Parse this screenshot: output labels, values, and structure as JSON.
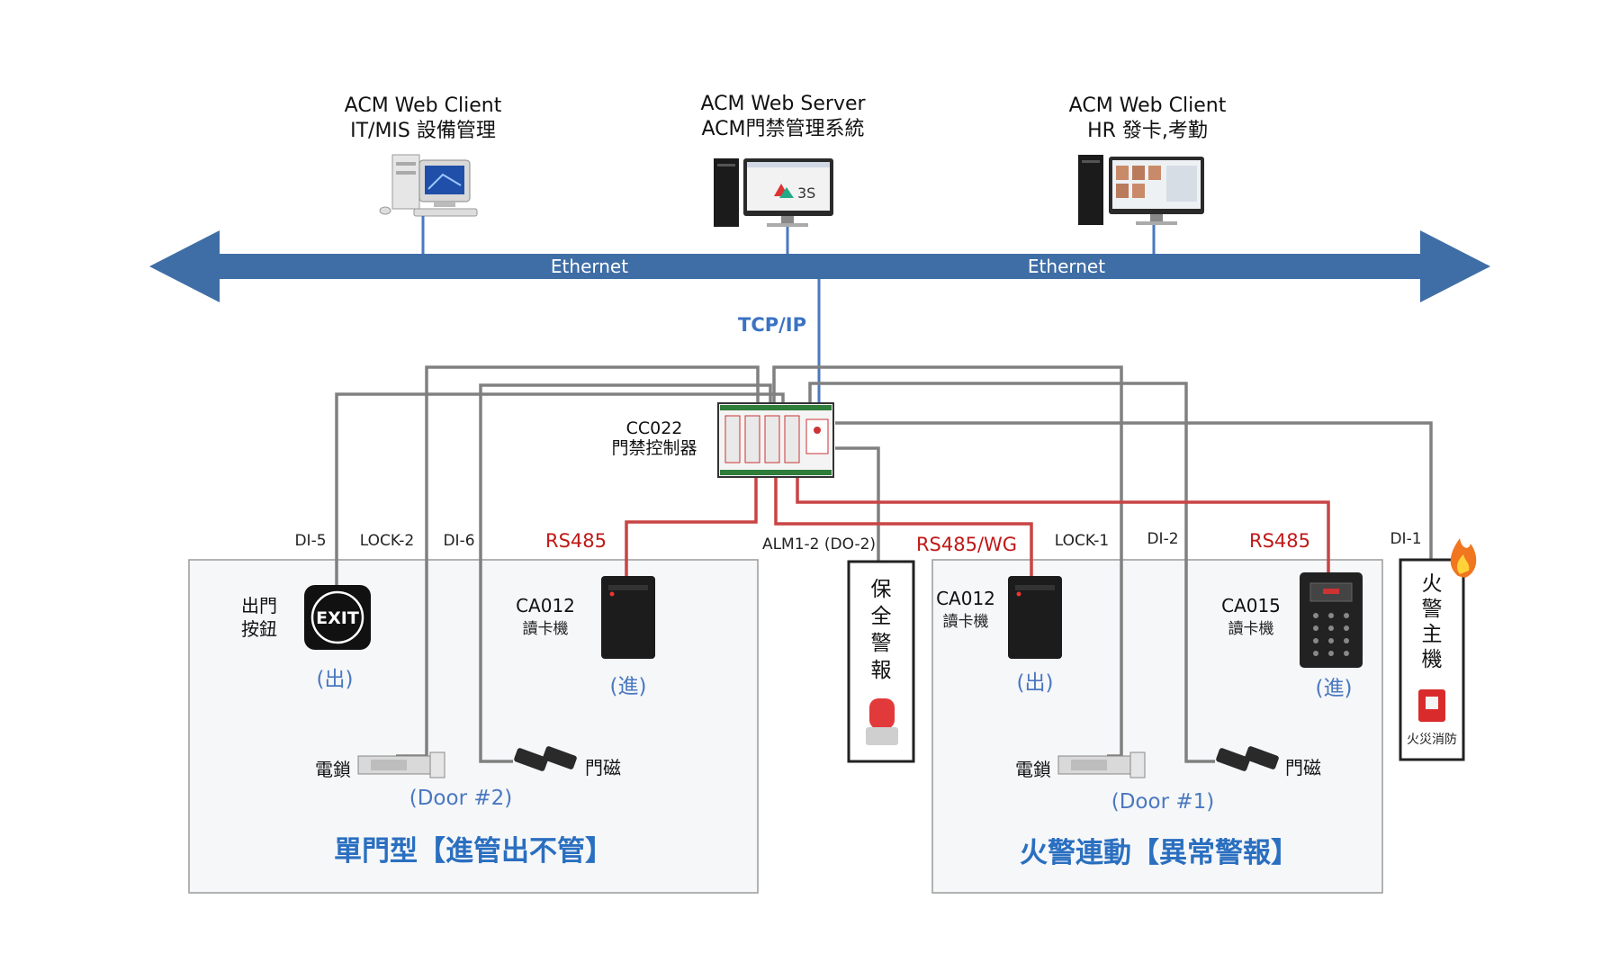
{
  "network": {
    "ethernet_left": "Ethernet",
    "ethernet_right": "Ethernet",
    "tcp_label": "TCP/IP",
    "arrow_color": "#3f6ea6"
  },
  "clients": {
    "left_line1": "ACM Web Client",
    "left_line2": "IT/MIS 設備管理",
    "center_line1": "ACM Web Server",
    "center_line2": "ACM門禁管理系統",
    "right_line1": "ACM Web Client",
    "right_line2": "HR 發卡,考勤"
  },
  "controller": {
    "model": "CC022",
    "desc": "門禁控制器"
  },
  "port_labels": {
    "di5": "DI-5",
    "lock2": "LOCK-2",
    "di6": "DI-6",
    "rs485_left": "RS485",
    "alm": "ALM1-2 (DO-2)",
    "rs485wg": "RS485/WG",
    "lock1": "LOCK-1",
    "di2": "DI-2",
    "rs485_right": "RS485",
    "di1": "DI-1"
  },
  "left_zone": {
    "exit_label_1": "出門",
    "exit_label_2": "按鈕",
    "exit_button_text": "EXIT",
    "exit_dir": "(出)",
    "reader_model": "CA012",
    "reader_desc": "讀卡機",
    "reader_dir": "(進)",
    "lock_label": "電鎖",
    "sensor_label": "門磁",
    "door": "(Door #2)",
    "title": "單門型【進管出不管】"
  },
  "alarm": {
    "chars": [
      "保",
      "全",
      "警",
      "報"
    ]
  },
  "right_zone": {
    "reader_model": "CA012",
    "reader_desc": "讀卡機",
    "reader_dir": "(出)",
    "keypad_model": "CA015",
    "keypad_desc": "讀卡機",
    "keypad_dir": "(進)",
    "lock_label": "電鎖",
    "sensor_label": "門磁",
    "door": "(Door #1)",
    "title": "火警連動【異常警報】"
  },
  "fire": {
    "chars": [
      "火",
      "警",
      "主",
      "機"
    ],
    "caption": "火災消防"
  },
  "colors": {
    "wire_gray": "#808080",
    "wire_red": "#c94444",
    "label_red": "#c01818",
    "label_blue": "#4a78c0",
    "title_blue": "#2a6fc0"
  }
}
